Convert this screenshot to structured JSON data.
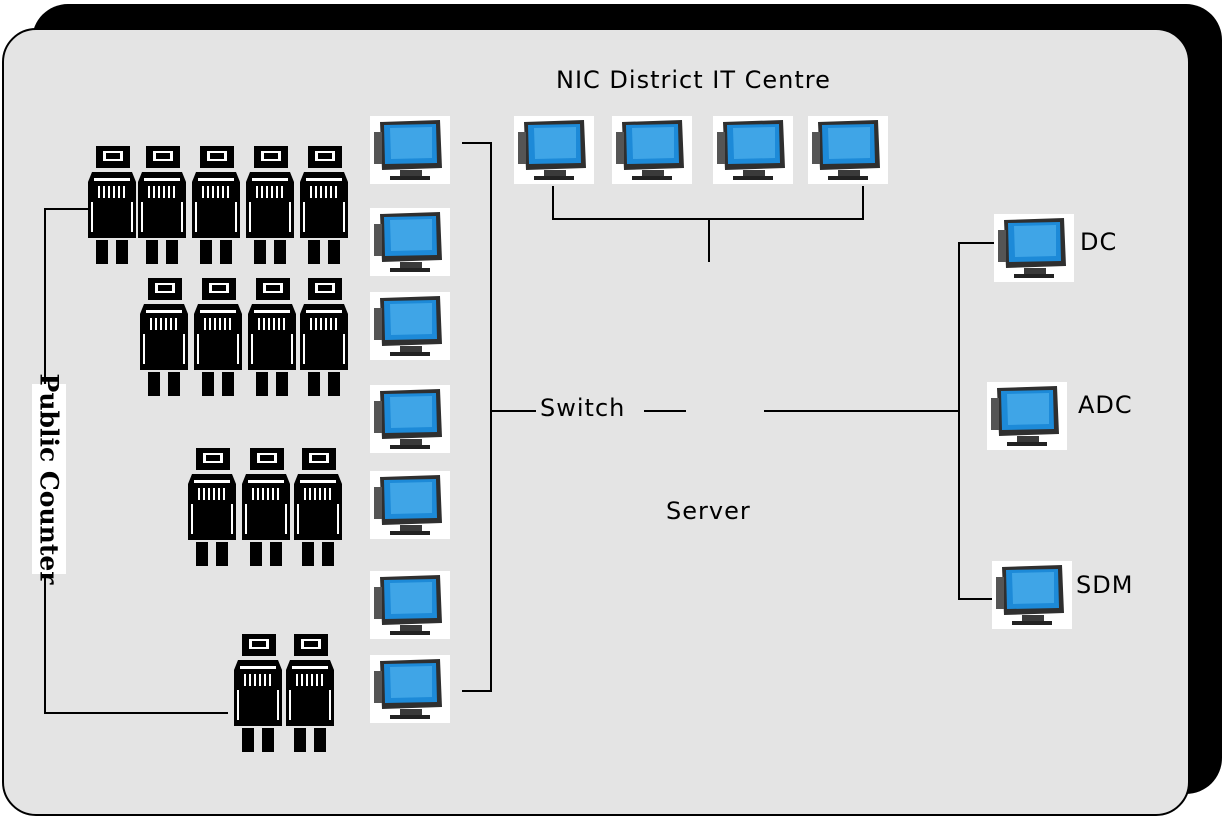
{
  "diagram": {
    "title": "NIC  District IT Centre",
    "public_counter_label": "Public Counter",
    "switch_label": "Switch",
    "server_label": "Server",
    "officials": [
      {
        "label": "DC"
      },
      {
        "label": "ADC"
      },
      {
        "label": "SDM"
      }
    ],
    "colors": {
      "background": "#e4e4e4",
      "border": "#000000",
      "screen": "#1d8ad8",
      "monitor_body": "#2f2f2f"
    },
    "icons": {
      "workstation": "monitor-icon",
      "counter_terminal": "terminal-icon"
    }
  }
}
